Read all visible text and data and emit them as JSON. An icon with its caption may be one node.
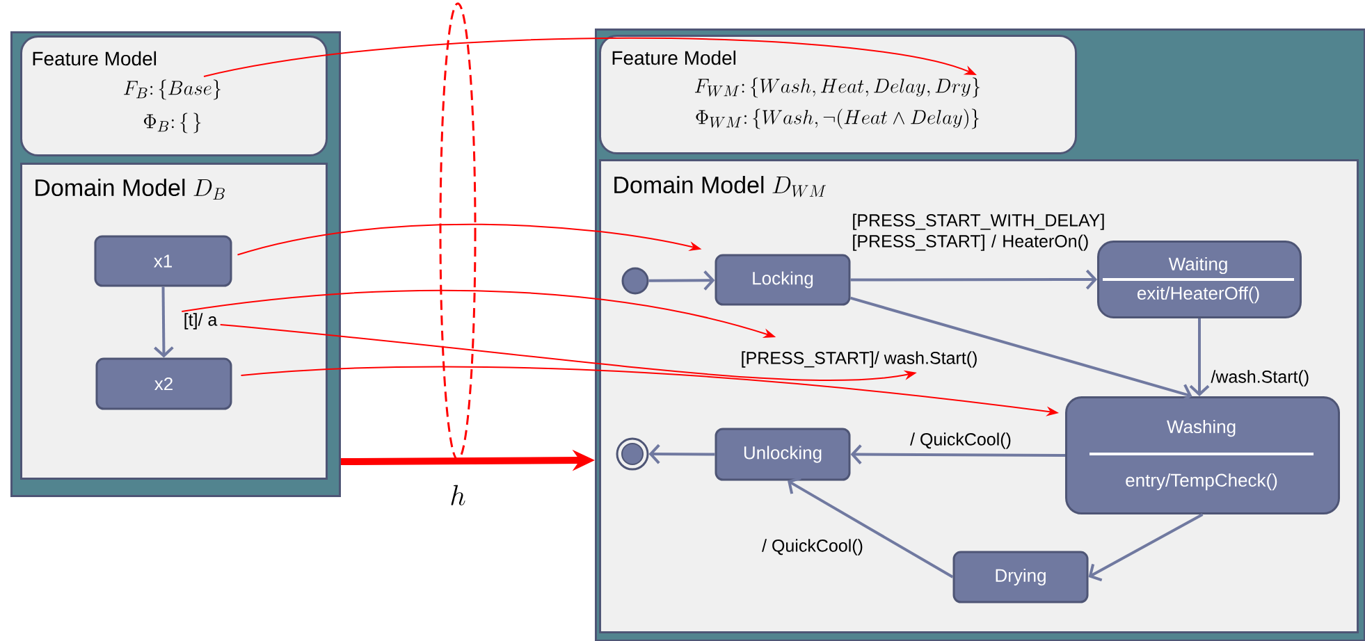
{
  "diagram": {
    "nodes": [
      {
        "text": [],
        "shape": "box"
      },
      {
        "text": [
          "Feature Model",
          "F_{B}\\colon\\{Base\\}",
          "\\Phi_{B}\\colon\\{\\,\\}"
        ],
        "in": 0
      },
      {
        "text": [
          "Domain Model",
          "D_{B}"
        ],
        "in": 0
      },
      {
        "text": [
          "x1"
        ],
        "in": 2
      },
      {
        "text": [
          "x2"
        ],
        "in": 2
      },
      {
        "text": [
          "[t]/ a"
        ],
        "in": 2
      },
      {
        "text": [],
        "shape": "box"
      },
      {
        "text": [
          "Feature Model",
          "F_{WM}\\colon\\{Wash, Heat, Delay, Dry\\}",
          "\\Phi_{WM}\\colon\\{Wash, \\neg(Heat \\wedge Delay)\\}"
        ],
        "in": 6
      },
      {
        "text": [
          "Domain Model",
          "D_{WM}"
        ],
        "in": 6
      },
      {
        "text": [],
        "shape": "circle",
        "in": 8
      },
      {
        "text": [
          "Locking"
        ],
        "in": 8
      },
      {
        "text": [
          "Waiting",
          "exit/HeaterOff()"
        ],
        "in": 8
      },
      {
        "text": [
          "Washing",
          "entry/TempCheck()"
        ],
        "in": 8
      },
      {
        "text": [
          "Unlocking"
        ],
        "in": 8
      },
      {
        "text": [
          "Drying"
        ],
        "in": 8
      },
      {
        "text": [],
        "shape": "circle",
        "in": 8
      },
      {
        "text": [
          "[PRESS_START]/ wash.Start()"
        ],
        "in": 8
      }
    ],
    "edges": [
      {
        "from": 3,
        "to": 4,
        "arrow": "to"
      },
      {
        "from": 9,
        "to": 10,
        "arrow": "to"
      },
      {
        "from": 10,
        "to": 11,
        "arrow": "to",
        "label": "[PRESS_START_WITH_DELAY] [PRESS_START] / HeaterOn()"
      },
      {
        "from": 10,
        "to": 12,
        "arrow": "to"
      },
      {
        "from": 11,
        "to": 12,
        "arrow": "to",
        "label": "/wash.Start()"
      },
      {
        "from": 12,
        "to": 13,
        "arrow": "to",
        "label": "/ QuickCool()"
      },
      {
        "from": 12,
        "to": 14,
        "arrow": "to"
      },
      {
        "from": 14,
        "to": 13,
        "arrow": "to",
        "label": "/ QuickCool()"
      },
      {
        "from": 13,
        "to": 15,
        "arrow": "to"
      },
      {
        "from": 1,
        "to": 7,
        "arrow": "to",
        "color": "#ff0000"
      },
      {
        "from": 3,
        "to": 10,
        "arrow": "to",
        "color": "#ff0000"
      },
      {
        "from": 5,
        "to": 16,
        "arrow": "to",
        "color": "#ff0000"
      },
      {
        "from": 5,
        "to": 16,
        "arrow": "to",
        "color": "#ff0000"
      },
      {
        "from": 4,
        "to": 12,
        "arrow": "to",
        "color": "#ff0000"
      },
      {
        "from": 0,
        "to": 6,
        "arrow": "to",
        "color": "#ff0000",
        "style": "thick",
        "label": "h"
      }
    ]
  }
}
